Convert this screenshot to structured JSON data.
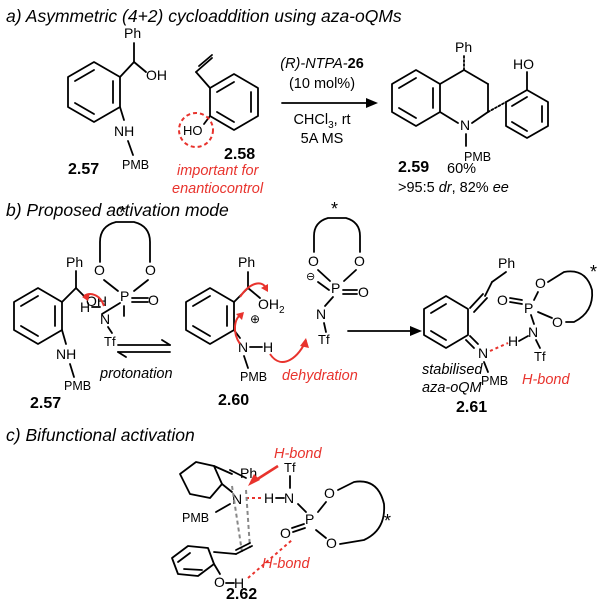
{
  "sections": {
    "a": "a) Asymmetric (4+2) cycloaddition using aza-oQMs",
    "b": "b) Proposed activation mode",
    "c": "c) Bifunctional activation"
  },
  "reaction_a": {
    "catalyst_prefix": "(R)-NTPA-",
    "catalyst_num": "26",
    "loading": "(10 mol%)",
    "solvent": "CHCl",
    "solvent_sub": "3",
    "temp": ", rt",
    "sieves": "5A MS",
    "cmpd_1": "2.57",
    "cmpd_2": "2.58",
    "cmpd_3": "2.59",
    "note_l1": "important for",
    "note_l2": "enantiocontrol",
    "yield": "60%",
    "sel_prefix": ">95:5 ",
    "sel_dr": "dr",
    "sel_mid": ", 82% ",
    "sel_ee": "ee"
  },
  "atoms": {
    "ph": "Ph",
    "oh": "OH",
    "ho": "HO",
    "nh": "NH",
    "n": "N",
    "h": "H",
    "o": "O",
    "p": "P",
    "pmb": "PMB",
    "tf": "Tf",
    "star": "*",
    "oh2": "OH",
    "oh2_sub": "2",
    "minus": "⊖",
    "plus": "⊕"
  },
  "scheme_b": {
    "cmpd_1": "2.57",
    "cmpd_2": "2.60",
    "cmpd_3": "2.61",
    "protonation": "protonation",
    "dehydration": "dehydration",
    "stab_l1": "stabilised",
    "stab_l2": "aza-oQM",
    "hbond": "H-bond"
  },
  "scheme_c": {
    "cmpd": "2.62",
    "hbond_1": "H-bond",
    "hbond_2": "H-bond"
  },
  "colors": {
    "accent": "#e8332d",
    "dashed_grey": "#888888"
  }
}
